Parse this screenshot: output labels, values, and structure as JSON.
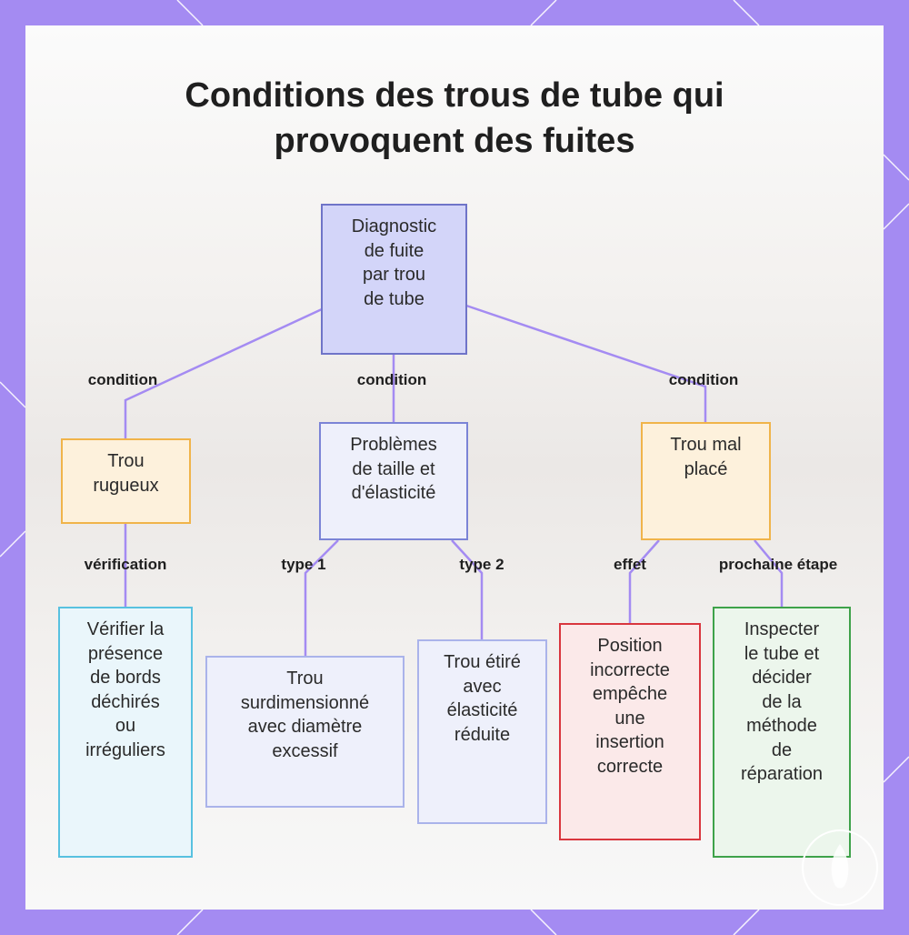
{
  "title": [
    "Conditions des trous de tube qui",
    "provoquent des fuites"
  ],
  "colors": {
    "frame": "#a48bf2",
    "connector": "#a48bf2",
    "root_fill": "#d3d5f9",
    "orange": "#f0b44a",
    "cyan": "#58c1e0",
    "red": "#d9363e",
    "green": "#3ea24a"
  },
  "nodes": {
    "root": "Diagnostic\nde fuite\npar trou\nde tube",
    "rough": "Trou\nrugueux",
    "size": "Problèmes\nde taille et\nd'élasticité",
    "misplaced": "Trou mal\nplacé",
    "verify": "Vérifier la\nprésence\nde bords\ndéchirés\nou\nirréguliers",
    "oversized": "Trou\nsurdimensionné\navec diamètre\nexcessif",
    "stretched": "Trou étiré\navec\nélasticité\nréduite",
    "incorrect": "Position\nincorrecte\nempêche\nune\ninsertion\ncorrecte",
    "inspect": "Inspecter\nle tube et\ndécider\nde la\nméthode\nde\nréparation"
  },
  "edges": {
    "condition_left": "condition",
    "condition_mid": "condition",
    "condition_right": "condition",
    "verification": "vérification",
    "type1": "type 1",
    "type2": "type 2",
    "effet": "effet",
    "next_step": "prochaine étape"
  }
}
